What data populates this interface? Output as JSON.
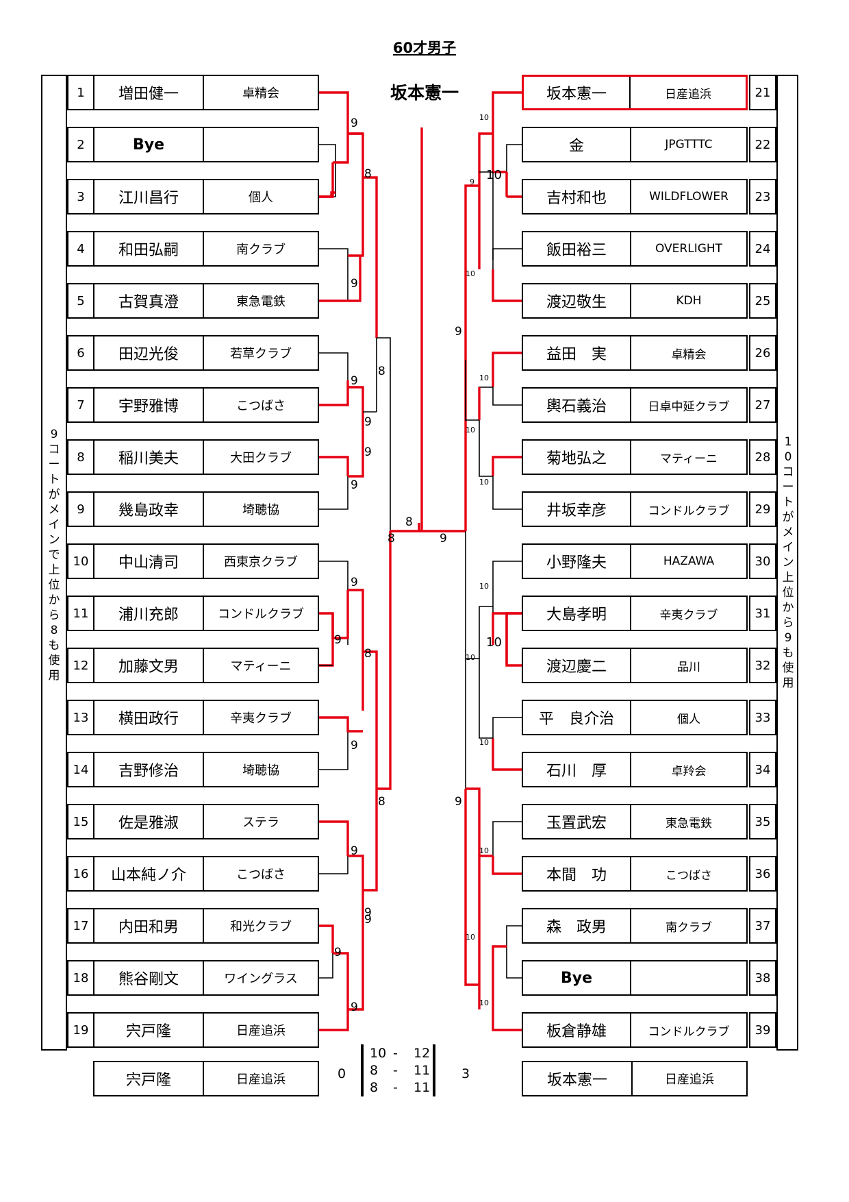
{
  "title": "60才男子",
  "champion": "坂本憲一",
  "left_note": "9コートがメインで上位から8も使用",
  "right_note": "10コートがメイン上位から9も使用",
  "left_players": [
    {
      "seed": "1",
      "name": "増田健一",
      "club": "卓精会"
    },
    {
      "seed": "2",
      "name": "Bye",
      "club": ""
    },
    {
      "seed": "3",
      "name": "江川昌行",
      "club": "個人"
    },
    {
      "seed": "4",
      "name": "和田弘嗣",
      "club": "南クラブ"
    },
    {
      "seed": "5",
      "name": "古賀真澄",
      "club": "東急電鉄"
    },
    {
      "seed": "6",
      "name": "田辺光俊",
      "club": "若草クラブ"
    },
    {
      "seed": "7",
      "name": "宇野雅博",
      "club": "こつばさ"
    },
    {
      "seed": "8",
      "name": "稲川美夫",
      "club": "大田クラブ"
    },
    {
      "seed": "9",
      "name": "幾島政幸",
      "club": "埼聴協"
    },
    {
      "seed": "10",
      "name": "中山清司",
      "club": "西東京クラブ"
    },
    {
      "seed": "11",
      "name": "浦川充郎",
      "club": "コンドルクラブ"
    },
    {
      "seed": "12",
      "name": "加藤文男",
      "club": "マティーニ"
    },
    {
      "seed": "13",
      "name": "横田政行",
      "club": "辛夷クラブ"
    },
    {
      "seed": "14",
      "name": "吉野修治",
      "club": "埼聴協"
    },
    {
      "seed": "15",
      "name": "佐是雅淑",
      "club": "ステラ"
    },
    {
      "seed": "16",
      "name": "山本純ノ介",
      "club": "こつばさ"
    },
    {
      "seed": "17",
      "name": "内田和男",
      "club": "和光クラブ"
    },
    {
      "seed": "18",
      "name": "熊谷剛文",
      "club": "ワイングラス"
    },
    {
      "seed": "19",
      "name": "宍戸隆",
      "club": "日産追浜"
    }
  ],
  "right_players": [
    {
      "seed": "21",
      "name": "坂本憲一",
      "club": "日産追浜"
    },
    {
      "seed": "22",
      "name": "金",
      "club": "JPGTTTC"
    },
    {
      "seed": "23",
      "name": "吉村和也",
      "club": "WILDFLOWER"
    },
    {
      "seed": "24",
      "name": "飯田裕三",
      "club": "OVERLIGHT"
    },
    {
      "seed": "25",
      "name": "渡辺敬生",
      "club": "KDH"
    },
    {
      "seed": "26",
      "name": "益田　実",
      "club": "卓精会"
    },
    {
      "seed": "27",
      "name": "輿石義治",
      "club": "日卓中延クラブ"
    },
    {
      "seed": "28",
      "name": "菊地弘之",
      "club": "マティーニ"
    },
    {
      "seed": "29",
      "name": "井坂幸彦",
      "club": "コンドルクラブ"
    },
    {
      "seed": "30",
      "name": "小野隆夫",
      "club": "HAZAWA"
    },
    {
      "seed": "31",
      "name": "大島孝明",
      "club": "辛夷クラブ"
    },
    {
      "seed": "32",
      "name": "渡辺慶二",
      "club": "品川"
    },
    {
      "seed": "33",
      "name": "平　良介治",
      "club": "個人"
    },
    {
      "seed": "34",
      "name": "石川　厚",
      "club": "卓羚会"
    },
    {
      "seed": "35",
      "name": "玉置武宏",
      "club": "東急電鉄"
    },
    {
      "seed": "36",
      "name": "本間　功",
      "club": "こつばさ"
    },
    {
      "seed": "37",
      "name": "森　政男",
      "club": "南クラブ"
    },
    {
      "seed": "38",
      "name": "Bye",
      "club": ""
    },
    {
      "seed": "39",
      "name": "板倉静雄",
      "club": "コンドルクラブ"
    }
  ],
  "court_labels": {
    "l1": [
      "9",
      "9",
      "9",
      "9",
      "9",
      "9",
      "9",
      "9",
      "9",
      "9"
    ],
    "l2": [
      "8",
      "9",
      "9",
      "8",
      "9",
      "9"
    ],
    "l3": [
      "8",
      "8"
    ],
    "l4": [
      "8"
    ],
    "r1": [
      "10",
      "10",
      "10",
      "10",
      "10",
      "10",
      "10",
      "10",
      "10",
      "10",
      "10"
    ],
    "r2": [
      "9",
      "10",
      "10",
      "10"
    ],
    "r3": [
      "9",
      "9"
    ],
    "r4": [
      "9"
    ],
    "r_mid10": [
      "10",
      "10"
    ]
  },
  "final": {
    "left_name": "宍戸隆",
    "left_club": "日産追浜",
    "left_games": "0",
    "right_name": "坂本憲一",
    "right_club": "日産追浜",
    "right_games": "3",
    "sets": [
      {
        "a": "10",
        "sep": "-",
        "b": "12"
      },
      {
        "a": "8",
        "sep": "-",
        "b": "11"
      },
      {
        "a": "8",
        "sep": "-",
        "b": "11"
      }
    ]
  },
  "colors": {
    "win_line": "#e60012",
    "line": "#000000"
  }
}
